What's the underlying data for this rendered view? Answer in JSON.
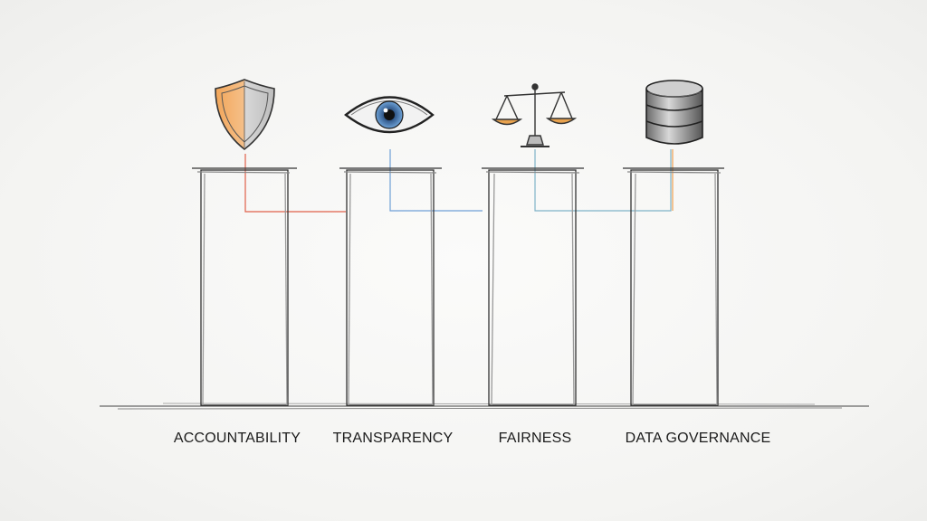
{
  "pillars": [
    {
      "label": "ACCOUNTABILITY",
      "icon": "shield-icon"
    },
    {
      "label": "TRANSPARENCY",
      "icon": "eye-icon"
    },
    {
      "label": "FAIRNESS",
      "icon": "scales-icon"
    },
    {
      "label": "DATA GOVERNANCE",
      "icon": "database-icon"
    }
  ],
  "colors": {
    "pencil": "#2a2a2a",
    "connector_red": "#e0604a",
    "connector_blue": "#6fa0d6",
    "connector_teal": "#7fb3c8",
    "connector_orange": "#f0a050",
    "shield_orange": "#f0a050",
    "eye_blue": "#4a86c8"
  }
}
